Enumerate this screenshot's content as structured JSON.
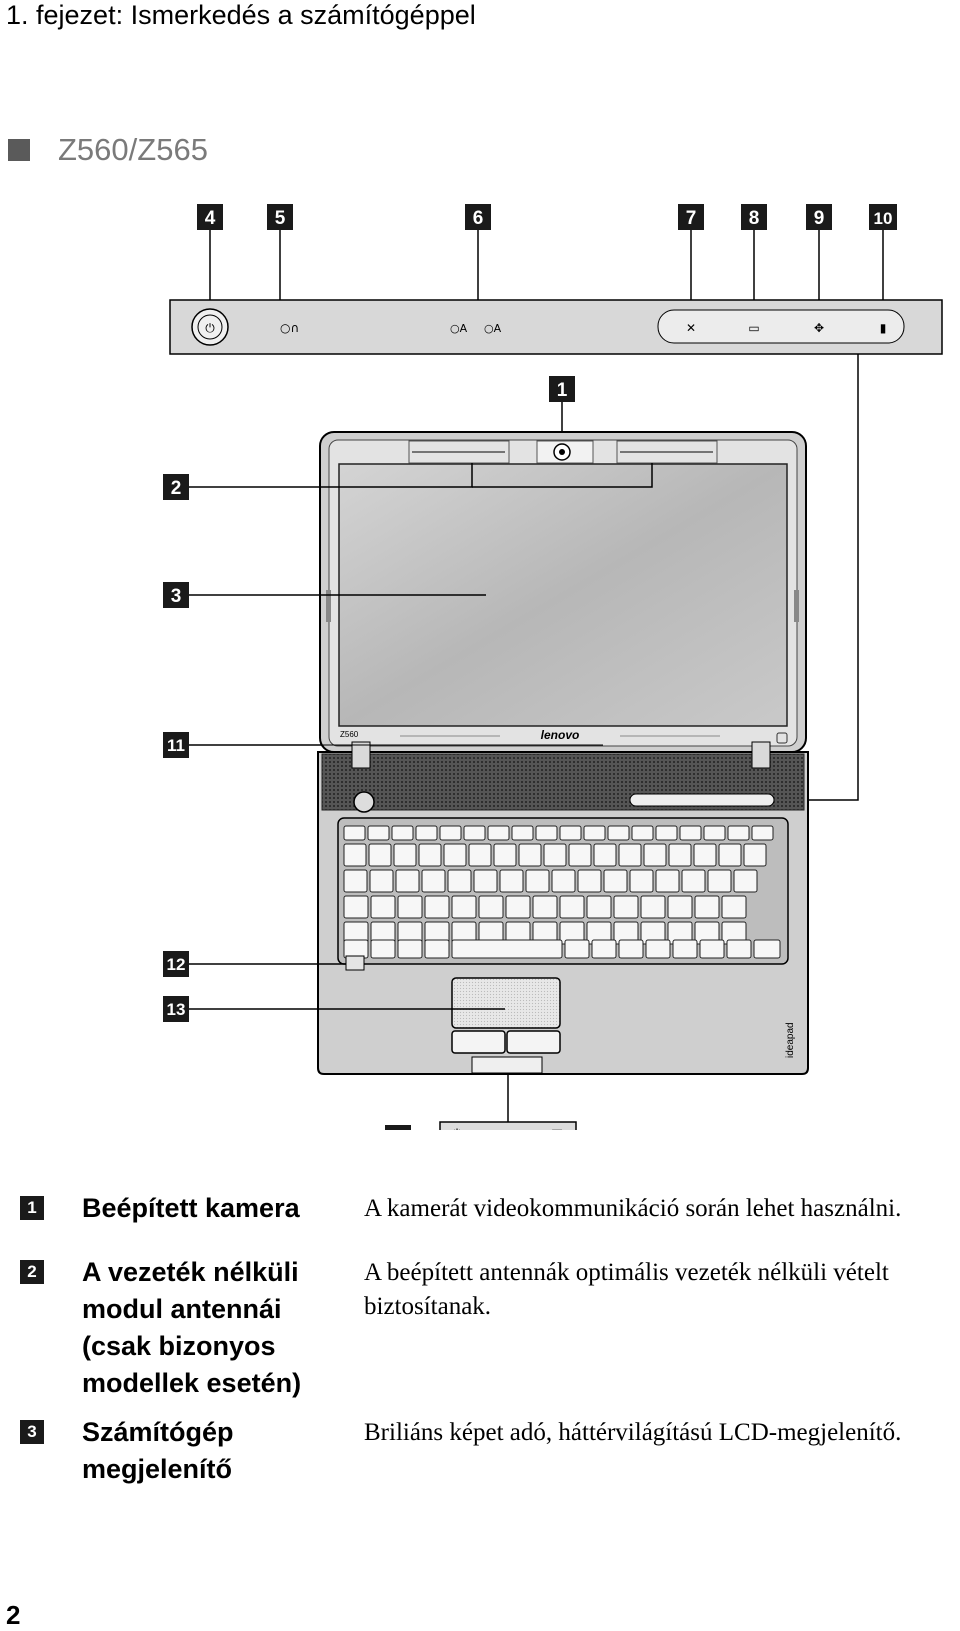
{
  "chapter_title": "1. fejezet: Ismerkedés a számítógéppel",
  "section_title": "Z560/Z565",
  "figure": {
    "callouts": [
      "1",
      "2",
      "3",
      "4",
      "5",
      "6",
      "7",
      "8",
      "9",
      "10",
      "11",
      "12",
      "13",
      "6"
    ],
    "model_label": "Z560",
    "brand_label": "lenovo",
    "series_label": "ideapad"
  },
  "legend": [
    {
      "num": "1",
      "term": "Beépített kamera",
      "desc": "A kamerát videokommunikáció során lehet használni."
    },
    {
      "num": "2",
      "term": "A vezeték nélküli modul antennái (csak bizonyos modellek esetén)",
      "desc": "A beépített antennák optimális vezeték nélküli vételt biztosítanak."
    },
    {
      "num": "3",
      "term": "Számítógép megjelenítő",
      "desc": "Briliáns képet adó, háttérvilágítású LCD-megjelenítő."
    }
  ],
  "page_number": "2",
  "colors": {
    "badge": "#1a1a1a",
    "section_marker": "#5a5a5a",
    "section_text": "#7a7a7a",
    "screen": "#bdbdbd"
  }
}
